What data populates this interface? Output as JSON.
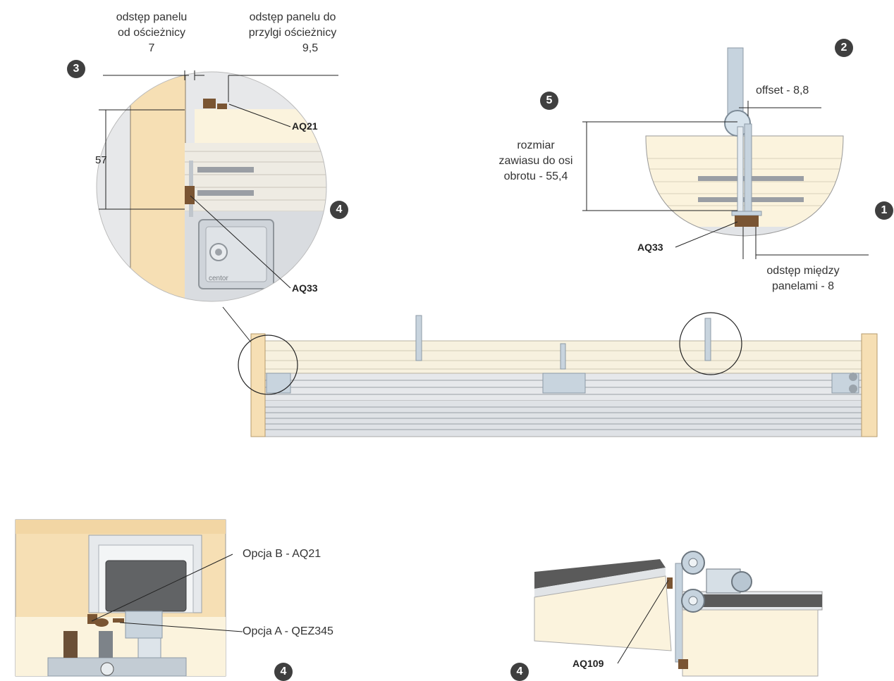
{
  "badges": [
    "1",
    "2",
    "3",
    "4",
    "4",
    "4",
    "5"
  ],
  "top_left": {
    "gap_jamb_label": [
      "odstęp panelu",
      "od ościeżnicy",
      "7"
    ],
    "gap_rebate_label": [
      "odstęp panelu do",
      "przylgi ościeżnicy",
      "9,5"
    ],
    "dim_57": "57",
    "part_aq21": "AQ21",
    "part_aq33": "AQ33",
    "brand_text": "centor"
  },
  "top_right": {
    "offset_label": "offset - 8,8",
    "hinge_label": [
      "rozmiar",
      "zawiasu do osi",
      "obrotu - 55,4"
    ],
    "part_aq33": "AQ33",
    "panel_gap_label": [
      "odstęp między",
      "panelami - 8"
    ]
  },
  "bottom_left": {
    "option_b": "Opcja B - AQ21",
    "option_a": "Opcja A - QEZ345"
  },
  "bottom_right": {
    "part_aq109": "AQ109"
  },
  "colors": {
    "wood": "#f6dfb4",
    "wood_dark": "#e9c995",
    "cream": "#fbf3dd",
    "grey": "#b8bec5",
    "grey_dark": "#6d6f72",
    "seal": "#7a5533",
    "badge": "#3f3f3f"
  }
}
